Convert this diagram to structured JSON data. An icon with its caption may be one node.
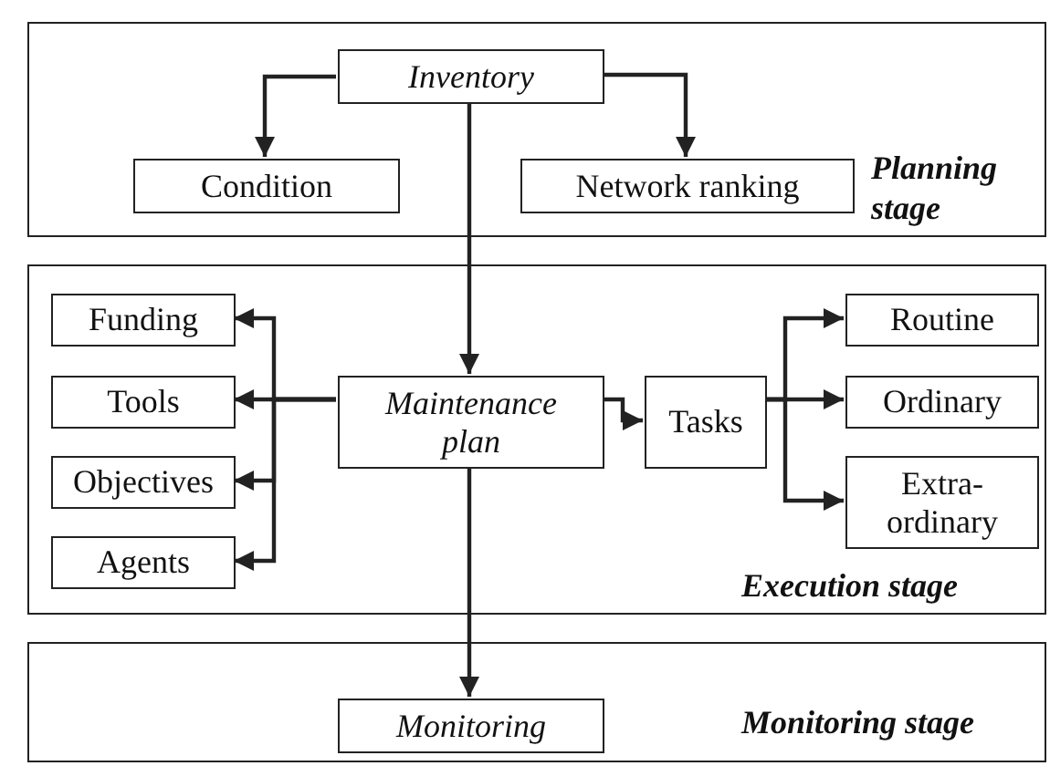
{
  "diagram": {
    "nodes": [
      {
        "text": [
          "Planning stage"
        ]
      },
      {
        "text": [
          "Inventory"
        ],
        "in": 0
      },
      {
        "text": [
          "Condition"
        ],
        "in": 0
      },
      {
        "text": [
          "Network ranking"
        ],
        "in": 0
      },
      {
        "text": [
          "Execution stage"
        ]
      },
      {
        "text": [
          "Funding"
        ],
        "in": 4
      },
      {
        "text": [
          "Tools"
        ],
        "in": 4
      },
      {
        "text": [
          "Objectives"
        ],
        "in": 4
      },
      {
        "text": [
          "Agents"
        ],
        "in": 4
      },
      {
        "text": [
          "Maintenance plan"
        ],
        "in": 4
      },
      {
        "text": [
          "Tasks"
        ],
        "in": 4
      },
      {
        "text": [
          "Routine"
        ],
        "in": 4
      },
      {
        "text": [
          "Ordinary"
        ],
        "in": 4
      },
      {
        "text": [
          "Extra-ordinary"
        ],
        "in": 4
      },
      {
        "text": [
          "Monitoring stage"
        ]
      },
      {
        "text": [
          "Monitoring"
        ],
        "in": 14
      }
    ],
    "edges": [
      {
        "from": 1,
        "to": 2,
        "arrow": "to"
      },
      {
        "from": 1,
        "to": 3,
        "arrow": "to"
      },
      {
        "from": 1,
        "to": 9,
        "arrow": "to"
      },
      {
        "from": 9,
        "to": 5,
        "arrow": "to"
      },
      {
        "from": 9,
        "to": 6,
        "arrow": "to"
      },
      {
        "from": 9,
        "to": 7,
        "arrow": "to"
      },
      {
        "from": 9,
        "to": 8,
        "arrow": "to"
      },
      {
        "from": 9,
        "to": 10,
        "arrow": "to"
      },
      {
        "from": 10,
        "to": 11,
        "arrow": "to"
      },
      {
        "from": 10,
        "to": 12,
        "arrow": "to"
      },
      {
        "from": 10,
        "to": 13,
        "arrow": "to"
      },
      {
        "from": 9,
        "to": 15,
        "arrow": "to"
      }
    ]
  }
}
